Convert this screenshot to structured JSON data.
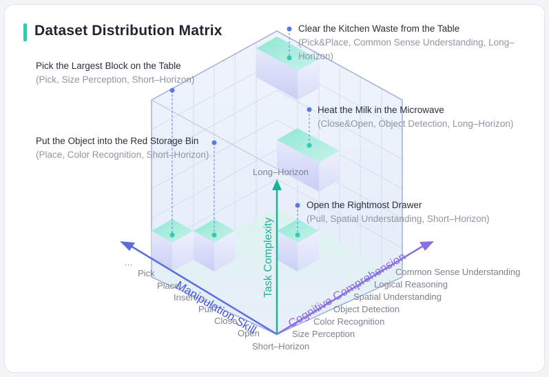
{
  "title": "Dataset Distribution Matrix",
  "annotations": [
    {
      "title": "Clear the Kitchen Waste from the Table",
      "subtitle": "(Pick&Place, Common Sense Understanding, Long–Horizon)"
    },
    {
      "title": "Pick the Largest Block on the Table",
      "subtitle": "(Pick, Size Perception, Short–Horizon)"
    },
    {
      "title": "Heat the Milk in the Microwave",
      "subtitle": "(Close&Open, Object Detection, Long–Horizon)"
    },
    {
      "title": "Put the Object into the Red Storage Bin",
      "subtitle": "(Place, Color Recognition, Short–Horizon)"
    },
    {
      "title": "Open the Rightmost Drawer",
      "subtitle": "(Pull, Spatial Understanding, Short–Horizon)"
    }
  ],
  "axes": {
    "manipulation": "Manipulation Skill",
    "cognitive": "Cognitive Comprehension",
    "complexity": "Task Complexity",
    "long_horizon": "Long–Horizon",
    "short_horizon": "Short–Horizon"
  },
  "manipulation_skills": [
    "…",
    "Pick",
    "Place",
    "Insert",
    "Pull",
    "Close",
    "Open"
  ],
  "cognitive_skills": [
    "Common Sense Understanding",
    "Logical Reasoning",
    "Spatial Understanding",
    "Object Detection",
    "Color Recognition",
    "Size Perception"
  ],
  "colors": {
    "accent": "#37c9ad",
    "manip_axis": "#5a6ee0",
    "cog_axis": "#8a6fe0",
    "complexity_axis": "#19b39a",
    "marker": "#5b78e6"
  }
}
